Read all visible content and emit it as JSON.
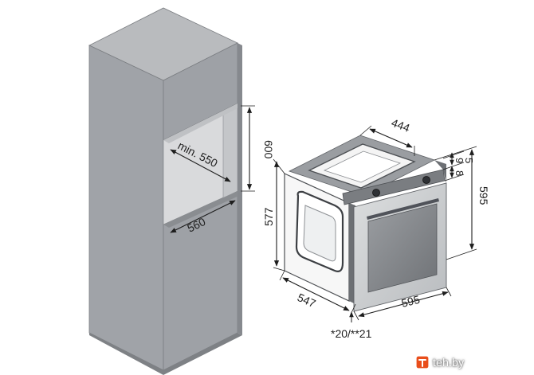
{
  "dimensions": {
    "niche_depth": "min. 550",
    "niche_height": "600",
    "niche_width": "560",
    "oven_top_width": "444",
    "oven_side_height": "577",
    "oven_total_height": "595",
    "oven_depth": "547",
    "oven_width": "595",
    "control_top_5": "5",
    "control_top_8": "8",
    "control_top_9": "9",
    "door_gap_note": "*20/**21"
  },
  "watermark": {
    "text": "teh.by",
    "icon": "tehby-logo-icon"
  },
  "colors": {
    "cabinet_front": "#a7aaaf",
    "cabinet_side": "#8d9095",
    "cabinet_top": "#b8babd",
    "oven_body": "#8e9195",
    "oven_door": "#cfd1d2",
    "dimension_line": "#1e1e1e"
  }
}
